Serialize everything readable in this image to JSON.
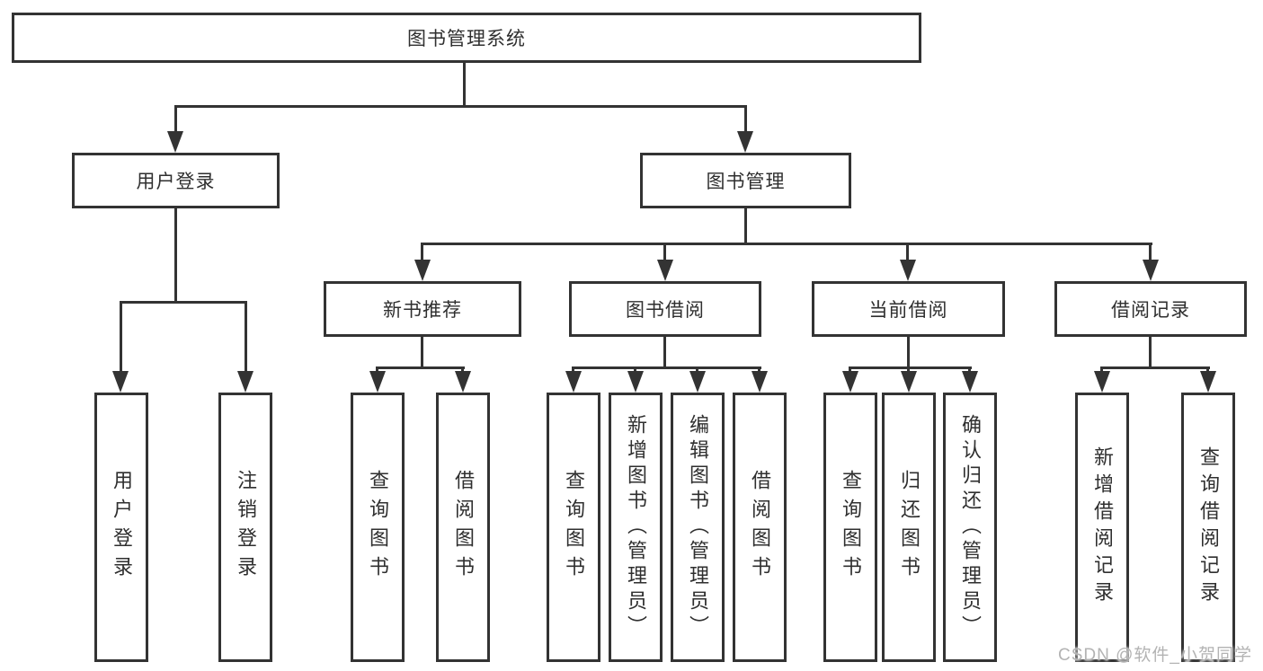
{
  "tree": {
    "label": "图书管理系统",
    "children": [
      {
        "label": "用户登录",
        "children": [
          {
            "label": "用户登录"
          },
          {
            "label": "注销登录"
          }
        ]
      },
      {
        "label": "图书管理",
        "children": [
          {
            "label": "新书推荐",
            "children": [
              {
                "label": "查询图书"
              },
              {
                "label": "借阅图书"
              }
            ]
          },
          {
            "label": "图书借阅",
            "children": [
              {
                "label": "查询图书"
              },
              {
                "label": "新增图书（管理员）"
              },
              {
                "label": "编辑图书（管理员）"
              },
              {
                "label": "借阅图书"
              }
            ]
          },
          {
            "label": "当前借阅",
            "children": [
              {
                "label": "查询图书"
              },
              {
                "label": "归还图书"
              },
              {
                "label": "确认归还（管理员）"
              }
            ]
          },
          {
            "label": "借阅记录",
            "children": [
              {
                "label": "新增借阅记录"
              },
              {
                "label": "查询借阅记录"
              }
            ]
          }
        ]
      }
    ]
  },
  "watermark": "CSDN @软件_小贺同学",
  "colors": {
    "line": "#333333",
    "text": "#2f2f2f",
    "watermark": "#b3b3b3",
    "background": "#ffffff"
  }
}
